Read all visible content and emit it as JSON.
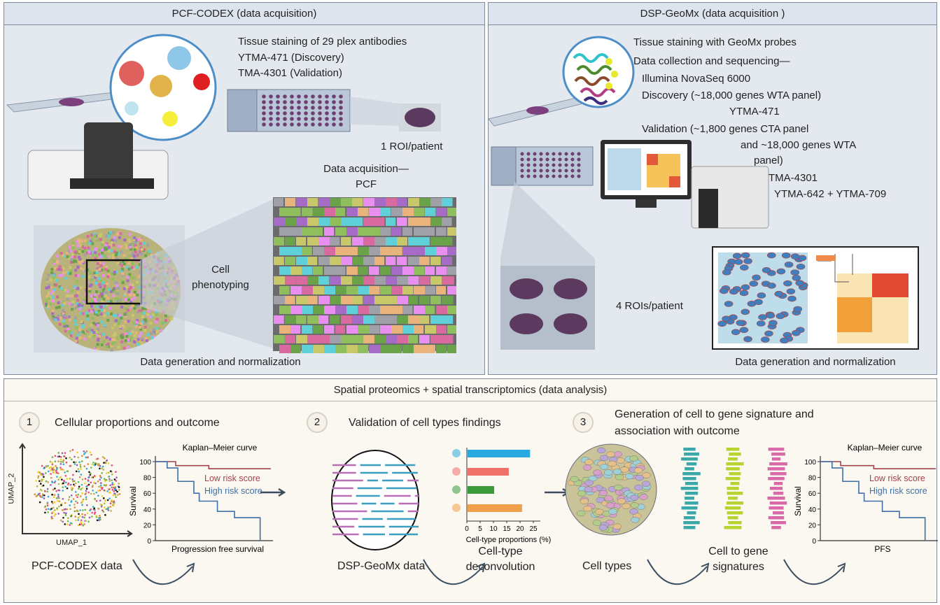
{
  "left_panel": {
    "title": "PCF-CODEX (data acquisition)",
    "staining_lines": [
      "Tissue staining of 29 plex antibodies",
      "YTMA-471 (Discovery)",
      "TMA-4301 (Validation)"
    ],
    "roi_label": "1 ROI/patient",
    "acquisition_lines": [
      "Data acquisition—",
      "PCF"
    ],
    "phenotyping_lines": [
      "Cell",
      "phenotyping"
    ],
    "footer": "Data generation and normalization"
  },
  "right_panel": {
    "title": "DSP-GeoMx (data acquisition )",
    "lines": [
      "Tissue staining with GeoMx probes",
      "Data collection and sequencing—",
      "Illumina NovaSeq 6000",
      "Discovery (~18,000 genes WTA panel)",
      "YTMA-471",
      "Validation (~1,800 genes CTA panel",
      "and ~18,000 genes WTA",
      "panel)",
      "TMA-4301",
      "YTMA-642 + YTMA-709"
    ],
    "roi_label": "4 ROIs/patient",
    "footer": "Data generation and normalization"
  },
  "bottom_panel": {
    "title": "Spatial proteomics + spatial transcriptomics (data analysis)",
    "steps": [
      {
        "number": "1",
        "title": "Cellular proportions and outcome"
      },
      {
        "number": "2",
        "title": "Validation of cell types findings"
      },
      {
        "number": "3",
        "title_lines": [
          "Generation of cell to gene signature and",
          "association with outcome"
        ]
      }
    ],
    "umap": {
      "xlabel": "UMAP_1",
      "ylabel": "UMAP_2"
    },
    "captions": {
      "pcf": "PCF-CODEX data",
      "dsp": "DSP-GeoMx data",
      "deconv_lines": [
        "Cell-type",
        "deconvolution"
      ],
      "cell_types": "Cell types",
      "signature_lines": [
        "Cell to gene",
        "signatures"
      ]
    }
  },
  "chart_data": [
    {
      "type": "line",
      "title": "Kaplan–Meier curve",
      "xlabel": "Progression free survival",
      "ylabel": "Survival",
      "ylim": [
        0,
        100
      ],
      "xlim": [
        0,
        11
      ],
      "yticks": [
        "0",
        "20",
        "40",
        "60",
        "80",
        "100"
      ],
      "series": [
        {
          "name": "Low risk score",
          "color": "#a0434b",
          "points": [
            [
              0,
              100
            ],
            [
              1.9,
              95
            ],
            [
              5.0,
              91
            ],
            [
              10.8,
              91
            ]
          ]
        },
        {
          "name": "High risk score",
          "color": "#3f6fa8",
          "points": [
            [
              0,
              100
            ],
            [
              1.1,
              92
            ],
            [
              2.1,
              75
            ],
            [
              3.6,
              60
            ],
            [
              4.1,
              50
            ],
            [
              5.8,
              37
            ],
            [
              7.4,
              29
            ],
            [
              9.8,
              29
            ],
            [
              9.8,
              0
            ]
          ]
        }
      ]
    },
    {
      "type": "bar",
      "orientation": "horizontal",
      "xlabel": "Cell-type proportions (%)",
      "xlim": [
        0,
        25
      ],
      "xticks": [
        "0",
        "5",
        "10",
        "15",
        "20",
        "25"
      ],
      "values": [
        23.5,
        15.5,
        10,
        20.5
      ],
      "colors": [
        "#29a9df",
        "#f0716a",
        "#3a9a3c",
        "#f0a04b"
      ]
    },
    {
      "type": "line",
      "title": "Kaplan–Meier curve",
      "xlabel": "PFS",
      "ylabel": "Survival",
      "ylim": [
        0,
        100
      ],
      "xlim": [
        0,
        11
      ],
      "yticks": [
        "0",
        "20",
        "40",
        "60",
        "80",
        "100"
      ],
      "series": [
        {
          "name": "Low risk score",
          "color": "#a0434b",
          "points": [
            [
              0,
              100
            ],
            [
              1.9,
              95
            ],
            [
              5.0,
              91
            ],
            [
              10.8,
              91
            ]
          ]
        },
        {
          "name": "High risk score",
          "color": "#3f6fa8",
          "points": [
            [
              0,
              100
            ],
            [
              1.1,
              92
            ],
            [
              2.1,
              75
            ],
            [
              3.6,
              60
            ],
            [
              4.1,
              50
            ],
            [
              5.8,
              37
            ],
            [
              7.4,
              29
            ],
            [
              9.8,
              29
            ],
            [
              9.8,
              0
            ]
          ]
        }
      ]
    }
  ]
}
